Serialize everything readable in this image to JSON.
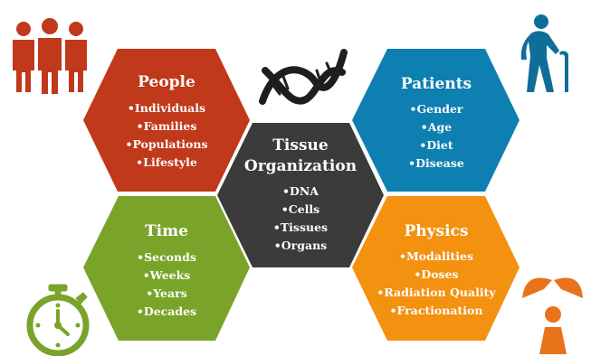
{
  "colors": {
    "people": "#C0391B",
    "patients": "#0E7FB1",
    "tissue": "#3B3B3B",
    "time": "#7AA329",
    "physics": "#F39110",
    "people_icon": "#C0391B",
    "patient_icon": "#0E6E99",
    "stopwatch_icon": "#7AA329",
    "radiation_icon": "#E8731A",
    "dna_icon": "#1E1E1E"
  },
  "icons": {
    "people": "people-group-icon",
    "patient": "elderly-person-with-cane-icon",
    "dna": "dna-helix-icon",
    "stopwatch": "stopwatch-icon",
    "radiation": "radiation-symbol-icon"
  },
  "hexagons": {
    "people": {
      "title": "People",
      "items": [
        "•Individuals",
        "•Families",
        "•Populations",
        "•Lifestyle"
      ]
    },
    "patients": {
      "title": "Patients",
      "items": [
        "•Gender",
        "•Age",
        "•Diet",
        "•Disease"
      ]
    },
    "tissue": {
      "title_line1": "Tissue",
      "title_line2": "Organization",
      "items": [
        "•DNA",
        "•Cells",
        "•Tissues",
        "•Organs"
      ]
    },
    "time": {
      "title": "Time",
      "items": [
        "•Seconds",
        "•Weeks",
        "•Years",
        "•Decades"
      ]
    },
    "physics": {
      "title": "Physics",
      "items": [
        "•Modalities",
        "•Doses",
        "•Radiation Quality",
        "•Fractionation"
      ]
    }
  }
}
